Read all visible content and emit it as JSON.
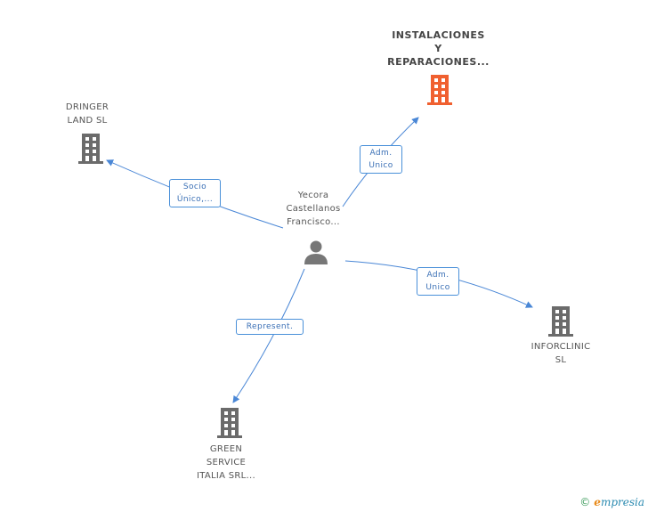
{
  "nodes": {
    "center": {
      "lines": [
        "Yecora",
        "Castellanos",
        "Francisco..."
      ],
      "icon": "person-icon",
      "color": "#777777"
    },
    "instalaciones": {
      "lines": [
        "INSTALACIONES",
        "Y",
        "REPARACIONES..."
      ],
      "icon": "building-icon",
      "color": "#f06030"
    },
    "dringer": {
      "lines": [
        "DRINGER",
        "LAND SL"
      ],
      "icon": "building-icon",
      "color": "#6b6b6b"
    },
    "inforclinic": {
      "lines": [
        "INFORCLINIC",
        "SL"
      ],
      "icon": "building-icon",
      "color": "#6b6b6b"
    },
    "green": {
      "lines": [
        "GREEN",
        "SERVICE",
        "ITALIA SRL..."
      ],
      "icon": "building-icon",
      "color": "#6b6b6b"
    }
  },
  "edges": [
    {
      "to": "instalaciones",
      "lines": [
        "Adm.",
        "Unico"
      ]
    },
    {
      "to": "dringer",
      "lines": [
        "Socio",
        "Único,..."
      ]
    },
    {
      "to": "inforclinic",
      "lines": [
        "Adm.",
        "Unico"
      ]
    },
    {
      "to": "green",
      "lines": [
        "Represent."
      ]
    }
  ],
  "colors": {
    "edge": "#4a87d6",
    "label_border": "#4a90d9"
  },
  "footer": {
    "copyright": "©",
    "brand_first": "e",
    "brand_rest": "mpresia"
  }
}
